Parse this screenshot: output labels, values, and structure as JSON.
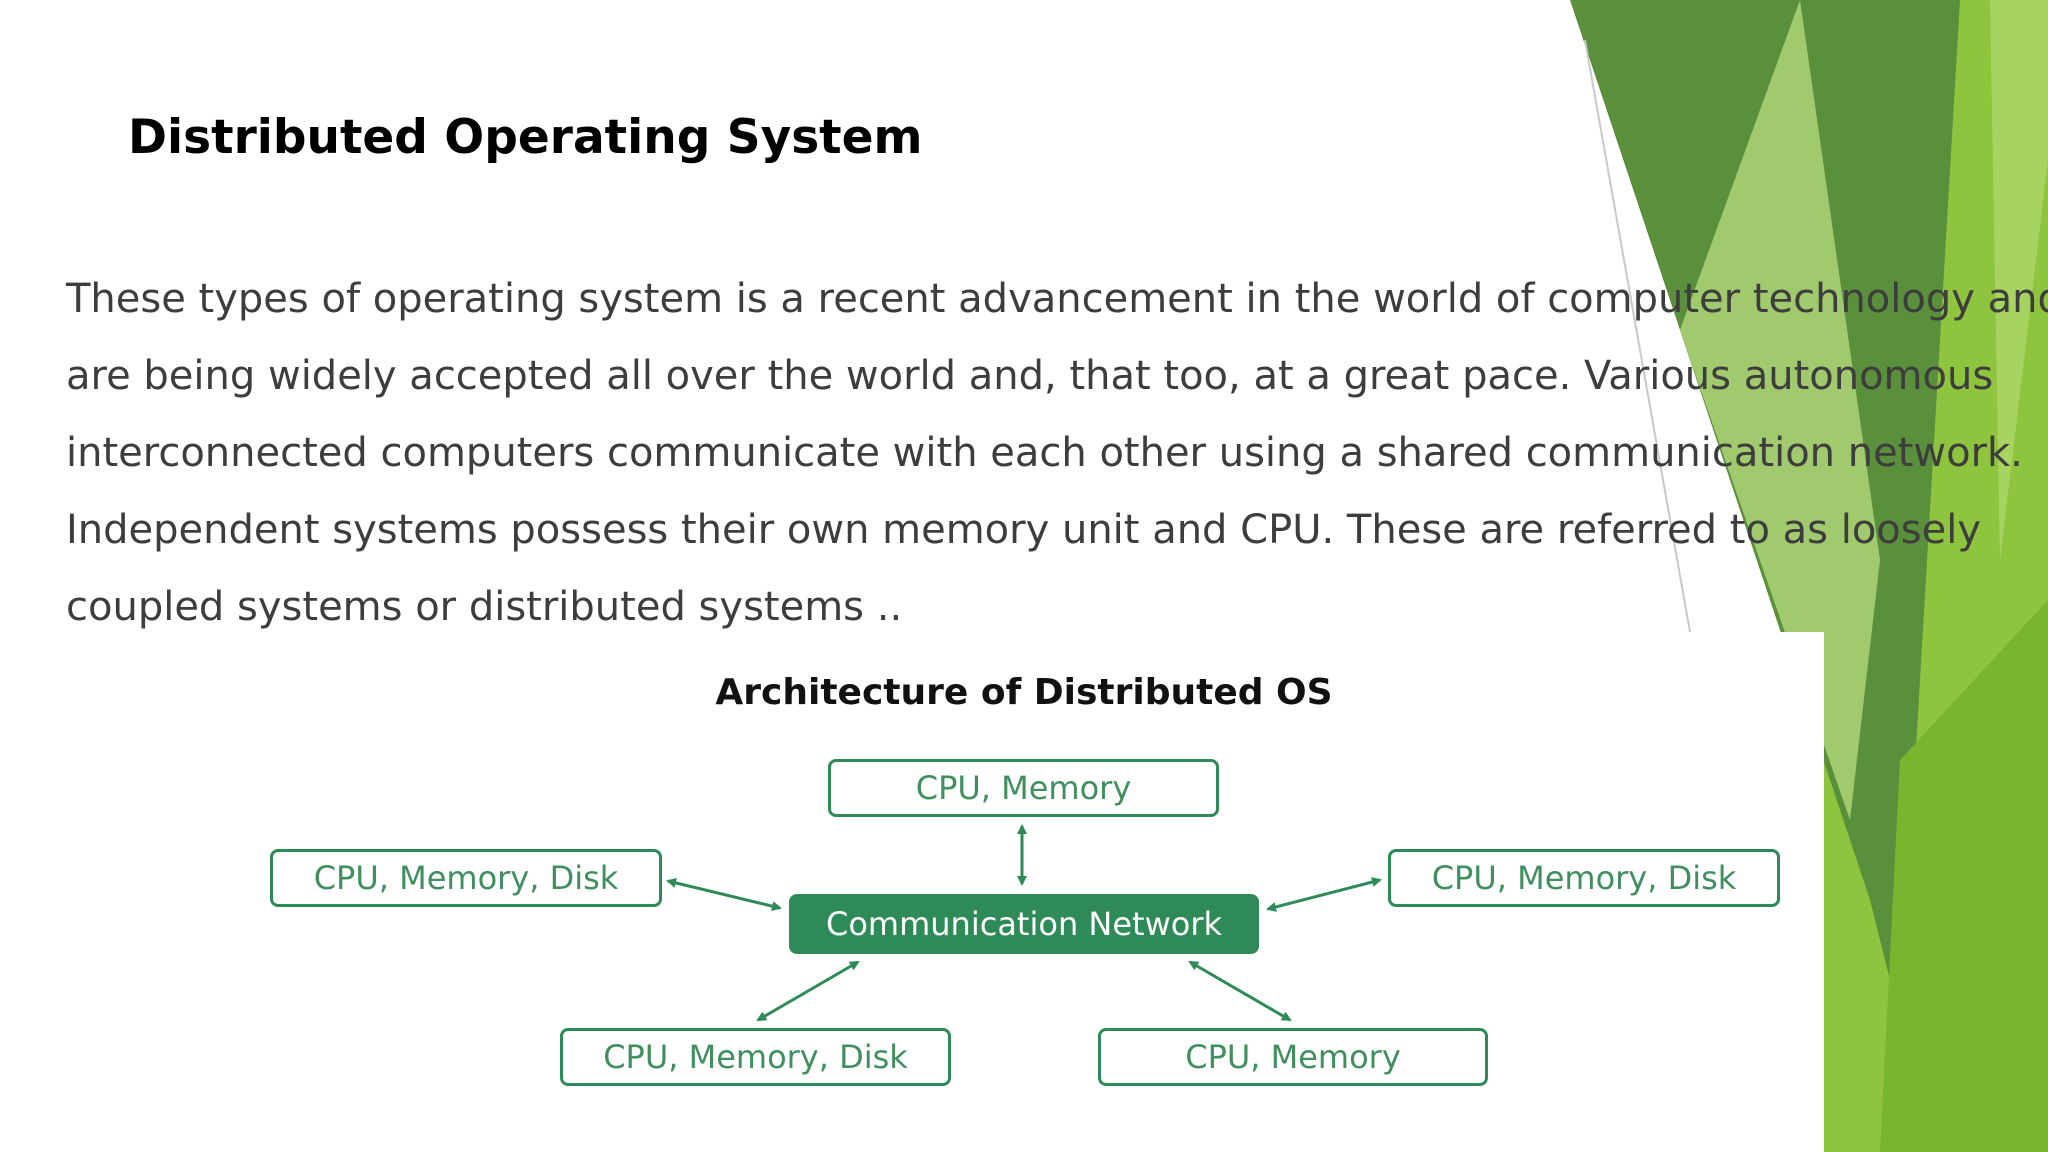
{
  "slide": {
    "title": "Distributed Operating System",
    "body_lines": [
      "These types of operating system is a recent advancement in the world of computer technology and",
      "are being widely accepted all over the world and, that too, at a great pace. Various autonomous",
      "interconnected computers communicate with each other using a shared communication network.",
      "Independent systems possess their own memory unit and CPU. These are referred to as loosely",
      "coupled systems or distributed systems .."
    ]
  },
  "diagram": {
    "title": "Architecture of Distributed OS",
    "hub": "Communication Network",
    "nodes": {
      "top": "CPU, Memory",
      "left": "CPU, Memory, Disk",
      "right": "CPU, Memory, Disk",
      "bottom_left": "CPU, Memory, Disk",
      "bottom_right": "CPU, Memory"
    }
  },
  "colors": {
    "diagram_green": "#2e8b57",
    "decoration_green": "#7ab530",
    "decoration_dark_green": "#4f8a2e",
    "body_text": "#3d3d3d"
  }
}
